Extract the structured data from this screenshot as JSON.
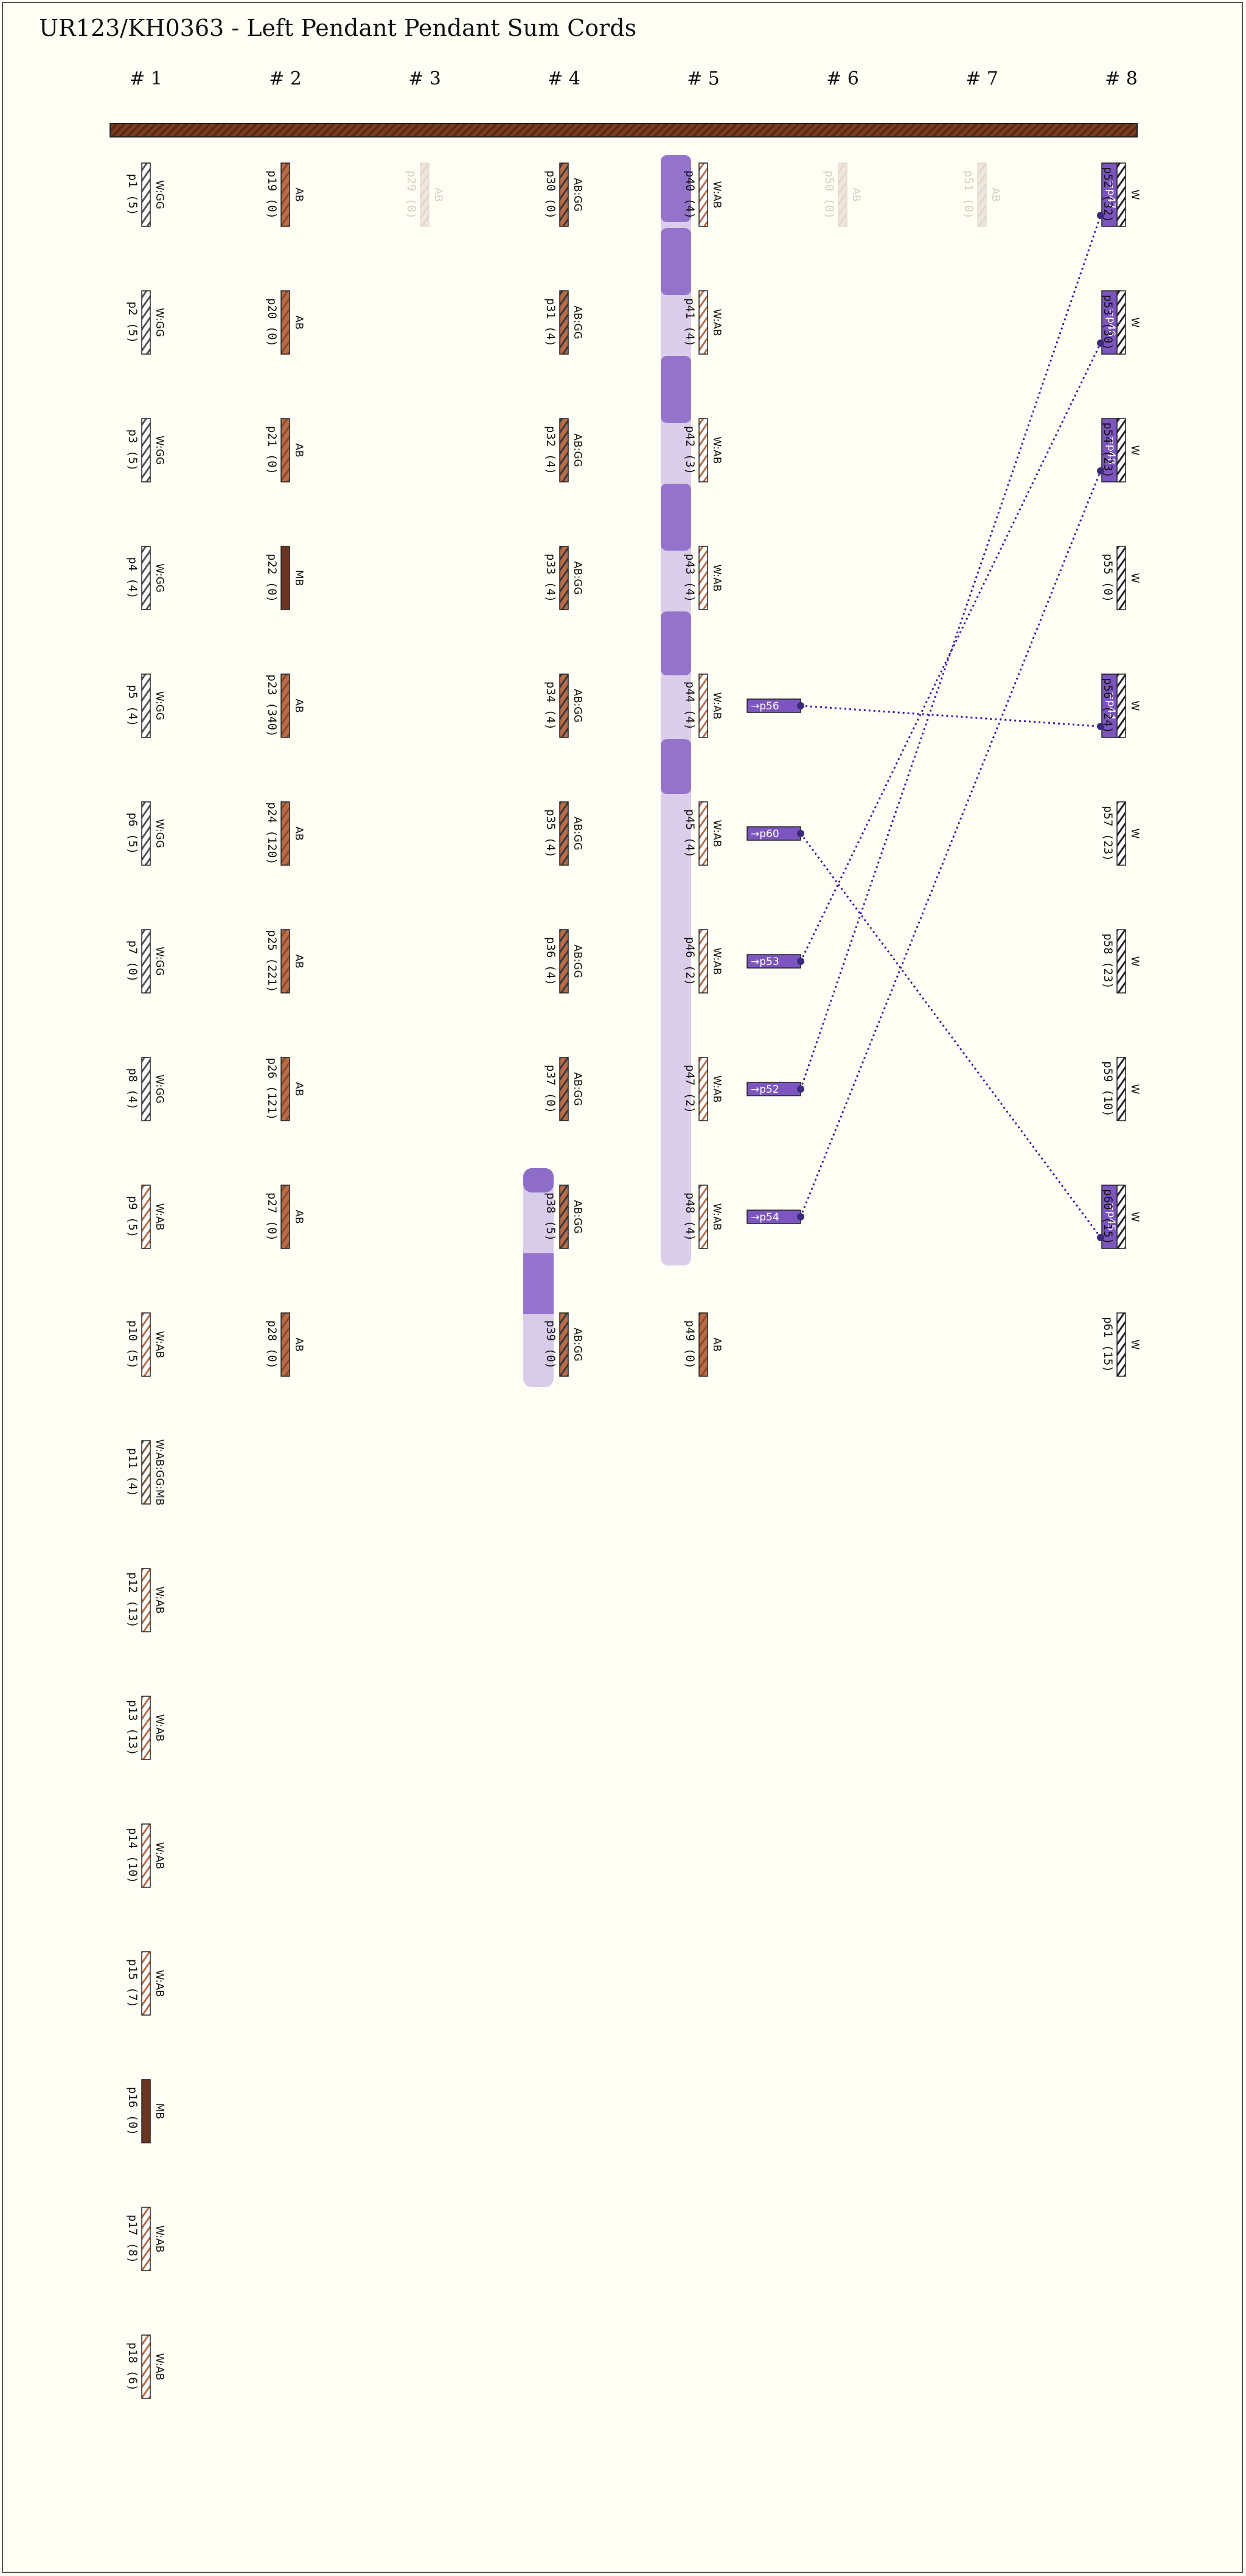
{
  "title": "UR123/KH0363 - Left Pendant Pendant Sum Cords",
  "groups": [
    "# 1",
    "# 2",
    "# 3",
    "# 4",
    "# 5",
    "# 6",
    "# 7",
    "# 8"
  ],
  "colors": {
    "AB": "#b86c48",
    "MB": "#6b3520",
    "W": "#ffffff",
    "GG": "#5e5e5e",
    "ghost": "#efe6dc",
    "sum_dark": "#7c55c0",
    "sum_light": "#d4c6e8",
    "pointer": "#7c55c0",
    "link": "#3a1ca8"
  },
  "cords": [
    {
      "g": 1,
      "r": 1,
      "label": "p1 (5)",
      "colors": "W:GG"
    },
    {
      "g": 1,
      "r": 2,
      "label": "p2 (5)",
      "colors": "W:GG"
    },
    {
      "g": 1,
      "r": 3,
      "label": "p3 (5)",
      "colors": "W:GG"
    },
    {
      "g": 1,
      "r": 4,
      "label": "p4 (4)",
      "colors": "W:GG"
    },
    {
      "g": 1,
      "r": 5,
      "label": "p5 (4)",
      "colors": "W:GG"
    },
    {
      "g": 1,
      "r": 6,
      "label": "p6 (5)",
      "colors": "W:GG"
    },
    {
      "g": 1,
      "r": 7,
      "label": "p7 (0)",
      "colors": "W:GG"
    },
    {
      "g": 1,
      "r": 8,
      "label": "p8 (4)",
      "colors": "W:GG"
    },
    {
      "g": 1,
      "r": 9,
      "label": "p9 (5)",
      "colors": "W:AB"
    },
    {
      "g": 1,
      "r": 10,
      "label": "p10 (5)",
      "colors": "W:AB"
    },
    {
      "g": 1,
      "r": 11,
      "label": "p11 (4)",
      "colors": "W:AB:GG:MB"
    },
    {
      "g": 1,
      "r": 12,
      "label": "p12 (13)",
      "colors": "W:AB"
    },
    {
      "g": 1,
      "r": 13,
      "label": "p13 (13)",
      "colors": "W:AB"
    },
    {
      "g": 1,
      "r": 14,
      "label": "p14 (10)",
      "colors": "W:AB"
    },
    {
      "g": 1,
      "r": 15,
      "label": "p15 (7)",
      "colors": "W:AB"
    },
    {
      "g": 1,
      "r": 16,
      "label": "p16 (0)",
      "colors": "MB"
    },
    {
      "g": 1,
      "r": 17,
      "label": "p17 (8)",
      "colors": "W:AB"
    },
    {
      "g": 1,
      "r": 18,
      "label": "p18 (6)",
      "colors": "W:AB"
    },
    {
      "g": 2,
      "r": 1,
      "label": "p19 (0)",
      "colors": "AB"
    },
    {
      "g": 2,
      "r": 2,
      "label": "p20 (0)",
      "colors": "AB"
    },
    {
      "g": 2,
      "r": 3,
      "label": "p21 (0)",
      "colors": "AB"
    },
    {
      "g": 2,
      "r": 4,
      "label": "p22 (0)",
      "colors": "MB"
    },
    {
      "g": 2,
      "r": 5,
      "label": "p23 (340)",
      "colors": "AB"
    },
    {
      "g": 2,
      "r": 6,
      "label": "p24 (120)",
      "colors": "AB"
    },
    {
      "g": 2,
      "r": 7,
      "label": "p25 (221)",
      "colors": "AB"
    },
    {
      "g": 2,
      "r": 8,
      "label": "p26 (121)",
      "colors": "AB"
    },
    {
      "g": 2,
      "r": 9,
      "label": "p27 (0)",
      "colors": "AB"
    },
    {
      "g": 2,
      "r": 10,
      "label": "p28 (0)",
      "colors": "AB"
    },
    {
      "g": 3,
      "r": 1,
      "label": "p29 (0)",
      "colors": "AB",
      "ghost": true
    },
    {
      "g": 4,
      "r": 1,
      "label": "p30 (0)",
      "colors": "AB:GG"
    },
    {
      "g": 4,
      "r": 2,
      "label": "p31 (4)",
      "colors": "AB:GG"
    },
    {
      "g": 4,
      "r": 3,
      "label": "p32 (4)",
      "colors": "AB:GG"
    },
    {
      "g": 4,
      "r": 4,
      "label": "p33 (4)",
      "colors": "AB:GG"
    },
    {
      "g": 4,
      "r": 5,
      "label": "p34 (4)",
      "colors": "AB:GG"
    },
    {
      "g": 4,
      "r": 6,
      "label": "p35 (4)",
      "colors": "AB:GG"
    },
    {
      "g": 4,
      "r": 7,
      "label": "p36 (4)",
      "colors": "AB:GG"
    },
    {
      "g": 4,
      "r": 8,
      "label": "p37 (0)",
      "colors": "AB:GG"
    },
    {
      "g": 4,
      "r": 9,
      "label": "p38 (5)",
      "colors": "AB:GG"
    },
    {
      "g": 4,
      "r": 10,
      "label": "p39 (0)",
      "colors": "AB:GG"
    },
    {
      "g": 5,
      "r": 1,
      "label": "p40 (4)",
      "colors": "W:AB"
    },
    {
      "g": 5,
      "r": 2,
      "label": "p41 (4)",
      "colors": "W:AB"
    },
    {
      "g": 5,
      "r": 3,
      "label": "p42 (3)",
      "colors": "W:AB"
    },
    {
      "g": 5,
      "r": 4,
      "label": "p43 (4)",
      "colors": "W:AB"
    },
    {
      "g": 5,
      "r": 5,
      "label": "p44 (4)",
      "colors": "W:AB"
    },
    {
      "g": 5,
      "r": 6,
      "label": "p45 (4)",
      "colors": "W:AB"
    },
    {
      "g": 5,
      "r": 7,
      "label": "p46 (2)",
      "colors": "W:AB"
    },
    {
      "g": 5,
      "r": 8,
      "label": "p47 (2)",
      "colors": "W:AB"
    },
    {
      "g": 5,
      "r": 9,
      "label": "p48 (4)",
      "colors": "W:AB"
    },
    {
      "g": 5,
      "r": 10,
      "label": "p49 (0)",
      "colors": "AB"
    },
    {
      "g": 6,
      "r": 1,
      "label": "p50 (0)",
      "colors": "AB",
      "ghost": true
    },
    {
      "g": 7,
      "r": 1,
      "label": "p51 (0)",
      "colors": "AB",
      "ghost": true
    },
    {
      "g": 8,
      "r": 1,
      "label": "p52 (32)",
      "colors": "W",
      "sum": "=p47"
    },
    {
      "g": 8,
      "r": 2,
      "label": "p53 (30)",
      "colors": "W",
      "sum": "=p46"
    },
    {
      "g": 8,
      "r": 3,
      "label": "p54 (23)",
      "colors": "W",
      "sum": "=p48"
    },
    {
      "g": 8,
      "r": 4,
      "label": "p55 (0)",
      "colors": "W"
    },
    {
      "g": 8,
      "r": 5,
      "label": "p56 (24)",
      "colors": "W",
      "sum": "=p44"
    },
    {
      "g": 8,
      "r": 6,
      "label": "p57 (23)",
      "colors": "W"
    },
    {
      "g": 8,
      "r": 7,
      "label": "p58 (23)",
      "colors": "W"
    },
    {
      "g": 8,
      "r": 8,
      "label": "p59 (10)",
      "colors": "W"
    },
    {
      "g": 8,
      "r": 9,
      "label": "p60 (15)",
      "colors": "W",
      "sum": "=p45"
    },
    {
      "g": 8,
      "r": 10,
      "label": "p61 (15)",
      "colors": "W"
    }
  ],
  "pointers": [
    {
      "from": "p44",
      "text": "→p56",
      "to": "p56"
    },
    {
      "from": "p45",
      "text": "→p60",
      "to": "p60"
    },
    {
      "from": "p46",
      "text": "→p53",
      "to": "p53"
    },
    {
      "from": "p47",
      "text": "→p52",
      "to": "p52"
    },
    {
      "from": "p48",
      "text": "→p54",
      "to": "p54"
    }
  ]
}
